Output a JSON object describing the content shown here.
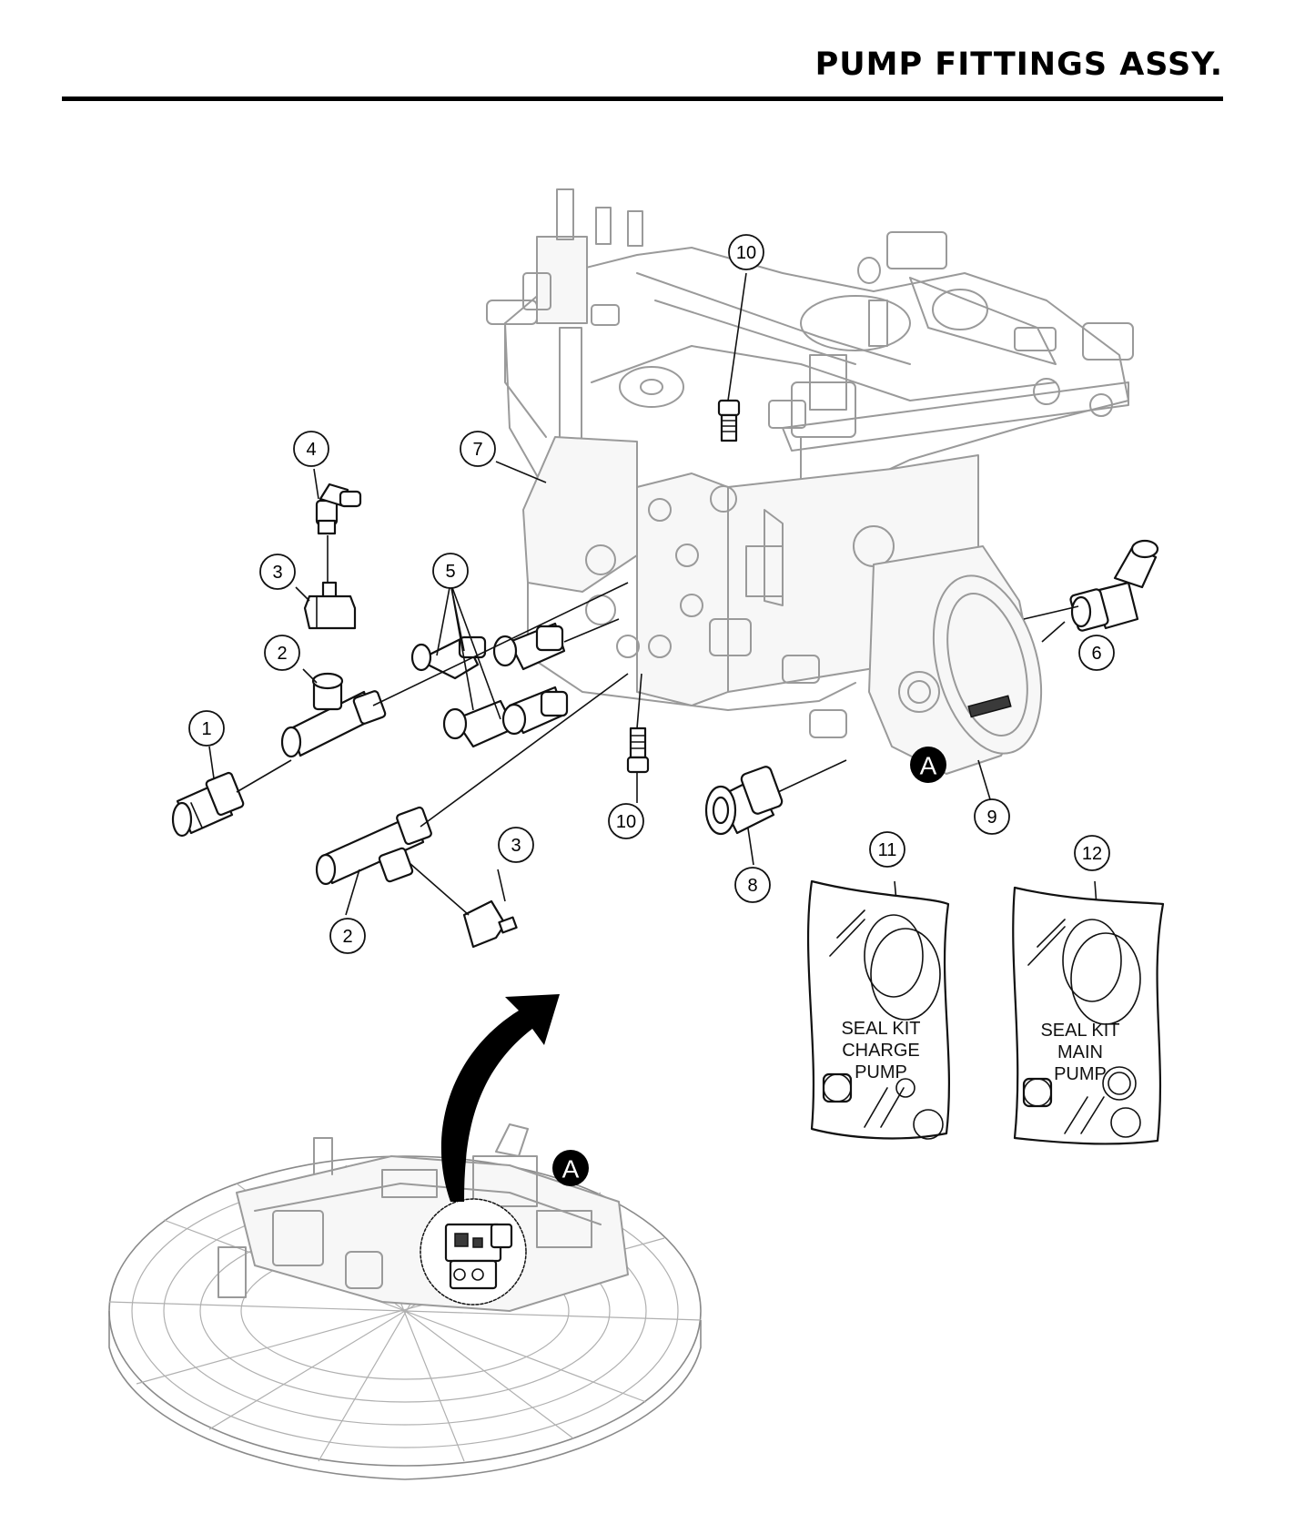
{
  "header": {
    "title": "PUMP FITTINGS ASSY."
  },
  "callouts": {
    "c1": "1",
    "c2a": "2",
    "c2b": "2",
    "c3a": "3",
    "c3b": "3",
    "c4": "4",
    "c5": "5",
    "c6": "6",
    "c7": "7",
    "c8": "8",
    "c9": "9",
    "c10a": "10",
    "c10b": "10",
    "c11": "11",
    "c12": "12"
  },
  "markers": {
    "main": "A",
    "overview": "A"
  },
  "seal_kits": {
    "charge": {
      "line1": "SEAL KIT",
      "line2": "CHARGE",
      "line3": "PUMP"
    },
    "main": {
      "line1": "SEAL KIT",
      "line2": "MAIN",
      "line3": "PUMP"
    }
  }
}
